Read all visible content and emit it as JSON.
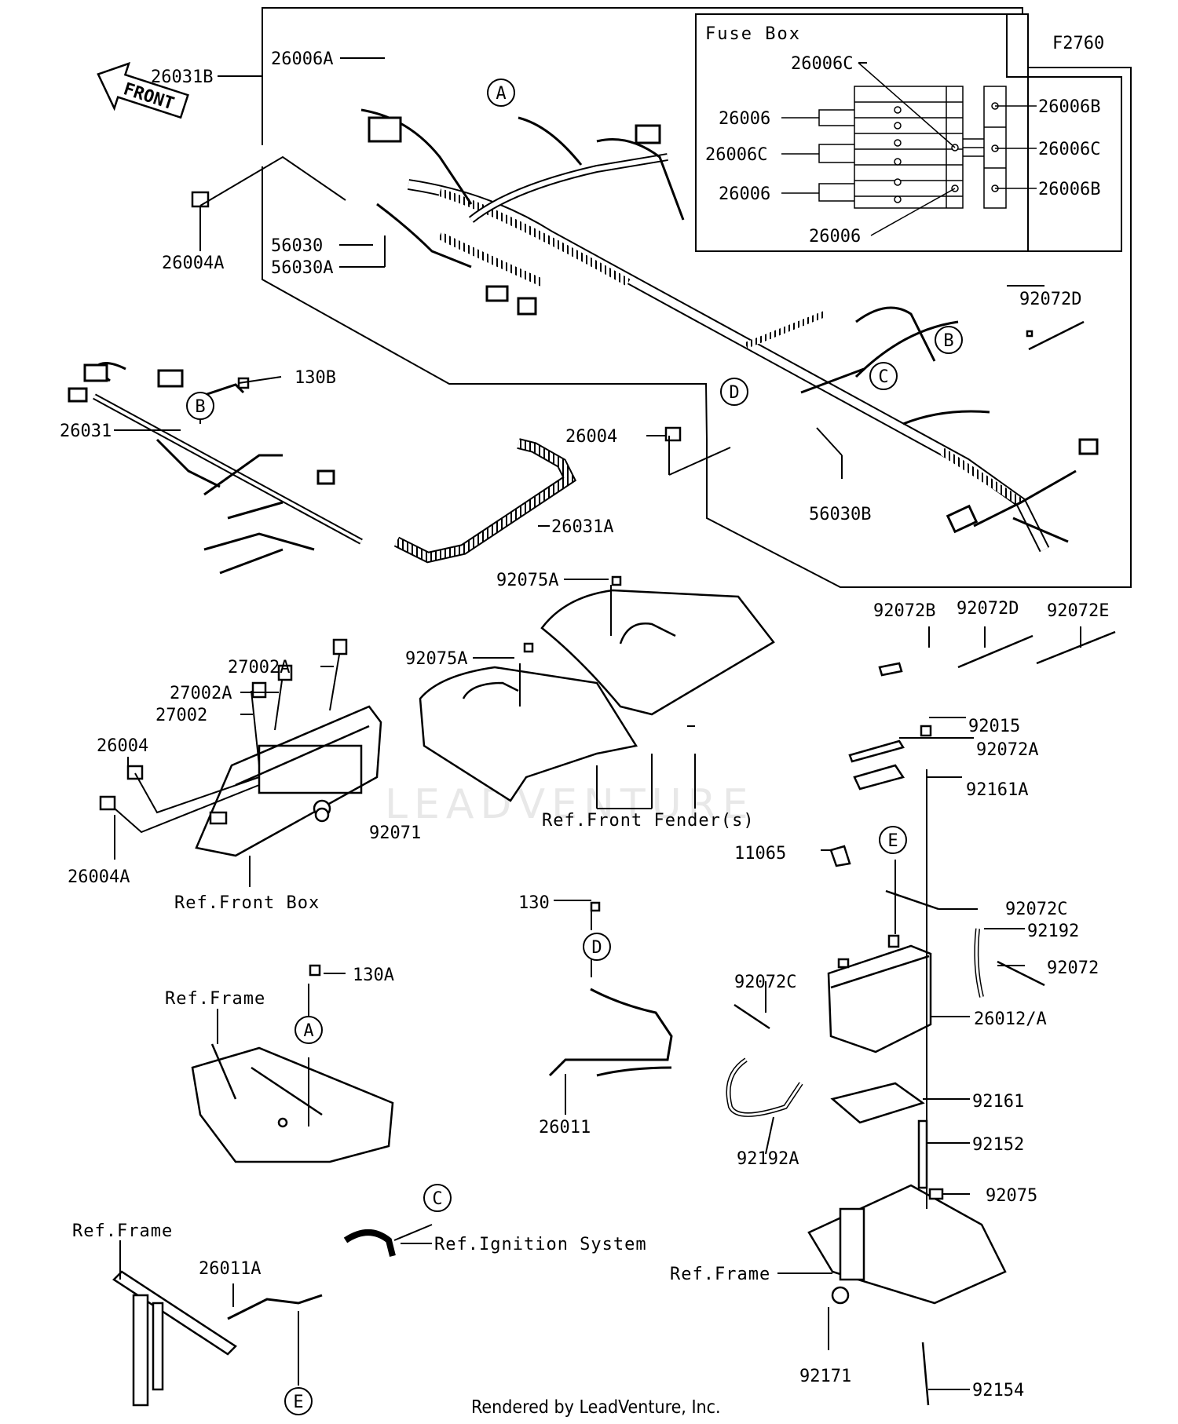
{
  "diagram": {
    "code": "F2760",
    "fuse_box_title": "Fuse Box",
    "front_arrow": "FRONT",
    "footer": "Rendered by LeadVenture, Inc.",
    "watermark": "LEADVENTURE",
    "callouts": {
      "c_A": "A",
      "c_A2": "A",
      "c_B": "B",
      "c_B2": "B",
      "c_C": "C",
      "c_C2": "C",
      "c_D": "D",
      "c_D2": "D",
      "c_E": "E",
      "c_E2": "E"
    },
    "labels": {
      "p26031B": "26031B",
      "p26006A": "26006A",
      "p26004A_top": "26004A",
      "p56030": "56030",
      "p56030A": "56030A",
      "fb26006C_top": "26006C",
      "fb26006_1": "26006",
      "fb26006C_mid": "26006C",
      "fb26006_2": "26006",
      "fb26006_bot": "26006",
      "fb26006B_1": "26006B",
      "fb26006C_r": "26006C",
      "fb26006B_2": "26006B",
      "p92072D_top": "92072D",
      "p130B": "130B",
      "p26031": "26031",
      "p26004_mid": "26004",
      "p56030B": "56030B",
      "p26031A": "26031A",
      "p92075A_1": "92075A",
      "p92075A_2": "92075A",
      "p92072B": "92072B",
      "p92072D": "92072D",
      "p92072E": "92072E",
      "p27002A_1": "27002A",
      "p27002A_2": "27002A",
      "p27002": "27002",
      "p26004_left": "26004",
      "p26004A_left": "26004A",
      "p92071": "92071",
      "ref_front_box": "Ref.Front Box",
      "ref_front_fender": "Ref.Front Fender(s)",
      "p92015": "92015",
      "p92072A": "92072A",
      "p92161A": "92161A",
      "p11065": "11065",
      "p130": "130",
      "p92072C_r": "92072C",
      "p92192": "92192",
      "p92072": "92072",
      "p92072C_m": "92072C",
      "p26012A": "26012/A",
      "p92161": "92161",
      "p92152": "92152",
      "p92192A": "92192A",
      "p26011": "26011",
      "p130A": "130A",
      "ref_frame_1": "Ref.Frame",
      "ref_frame_2": "Ref.Frame",
      "ref_frame_3": "Ref.Frame",
      "p26011A": "26011A",
      "ref_ignition": "Ref.Ignition System",
      "p92075": "92075",
      "p92171": "92171",
      "p92154": "92154"
    }
  }
}
